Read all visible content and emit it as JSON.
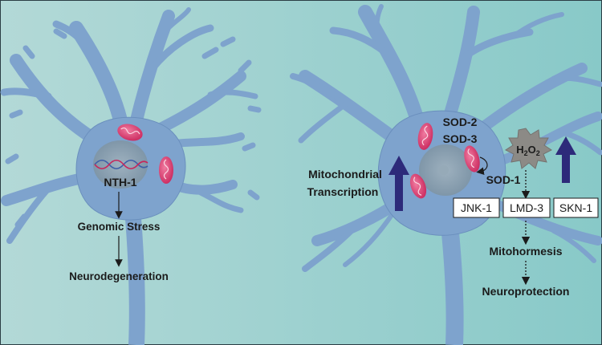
{
  "colors": {
    "background_left": "#b3d9d7",
    "background_right": "#88c9c8",
    "neuron_fill": "#7ea3cd",
    "neuron_stroke": "#6a8fbd",
    "nucleus": "#8aa0b0",
    "mitochondria": "#d9346a",
    "arrow_up": "#2d2a7a",
    "h2o2_burst": "#8c8a86",
    "text": "#1b1b1b"
  },
  "left_panel": {
    "dna_label": "NTH-1",
    "step1": "Genomic Stress",
    "step2": "Neurodegeneration"
  },
  "right_panel": {
    "mito_label_line1": "Mitochondrial",
    "mito_label_line2": "Transcription",
    "sod2": "SOD-2",
    "sod3": "SOD-3",
    "sod1": "SOD-1",
    "h2o2_base": "H",
    "h2o2_sub1": "2",
    "h2o2_mid": "O",
    "h2o2_sub2": "2",
    "box_jnk1": "JNK-1",
    "box_lmd3": "LMD-3",
    "box_skn1": "SKN-1",
    "step1": "Mitohormesis",
    "step2": "Neuroprotection"
  },
  "icons": {
    "arrow": "up-arrow-icon",
    "mitochondrion": "mitochondrion-icon",
    "dna": "dna-helix-icon",
    "burst": "burst-icon"
  }
}
